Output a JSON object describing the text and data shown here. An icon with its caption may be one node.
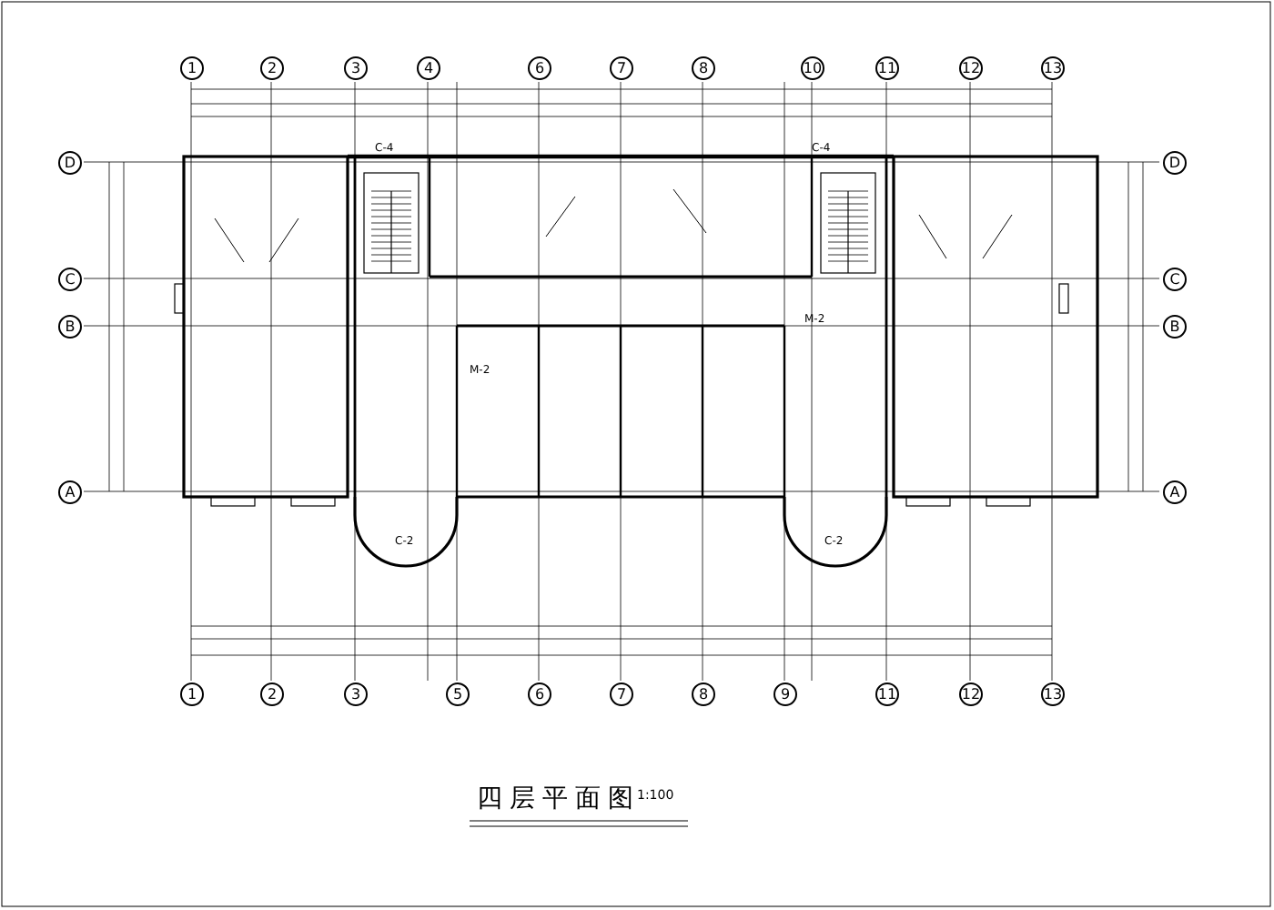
{
  "diagram": {
    "title": "四层平面图",
    "nodes": [
      {
        "text": [
          "1"
        ]
      },
      {
        "text": [
          "2"
        ]
      },
      {
        "text": [
          "3"
        ]
      },
      {
        "text": [
          "4"
        ]
      },
      {
        "text": [
          "6"
        ]
      },
      {
        "text": [
          "7"
        ]
      },
      {
        "text": [
          "8"
        ]
      },
      {
        "text": [
          "10"
        ]
      },
      {
        "text": [
          "11"
        ]
      },
      {
        "text": [
          "12"
        ]
      },
      {
        "text": [
          "13"
        ]
      },
      {
        "text": [
          "D"
        ]
      },
      {
        "text": [
          "C"
        ]
      },
      {
        "text": [
          "B"
        ]
      },
      {
        "text": [
          "A"
        ]
      },
      {
        "text": [
          "D"
        ]
      },
      {
        "text": [
          "C"
        ]
      },
      {
        "text": [
          "B"
        ]
      },
      {
        "text": [
          "A"
        ]
      },
      {
        "text": [
          "1"
        ]
      },
      {
        "text": [
          "2"
        ]
      },
      {
        "text": [
          "3"
        ]
      },
      {
        "text": [
          "5"
        ]
      },
      {
        "text": [
          "6"
        ]
      },
      {
        "text": [
          "7"
        ]
      },
      {
        "text": [
          "8"
        ]
      },
      {
        "text": [
          "9"
        ]
      },
      {
        "text": [
          "11"
        ]
      },
      {
        "text": [
          "12"
        ]
      },
      {
        "text": [
          "13"
        ]
      }
    ],
    "labels": [
      "C-4",
      "C-4",
      "M-2",
      "M-2",
      "C-2",
      "C-2",
      "1:100"
    ]
  }
}
